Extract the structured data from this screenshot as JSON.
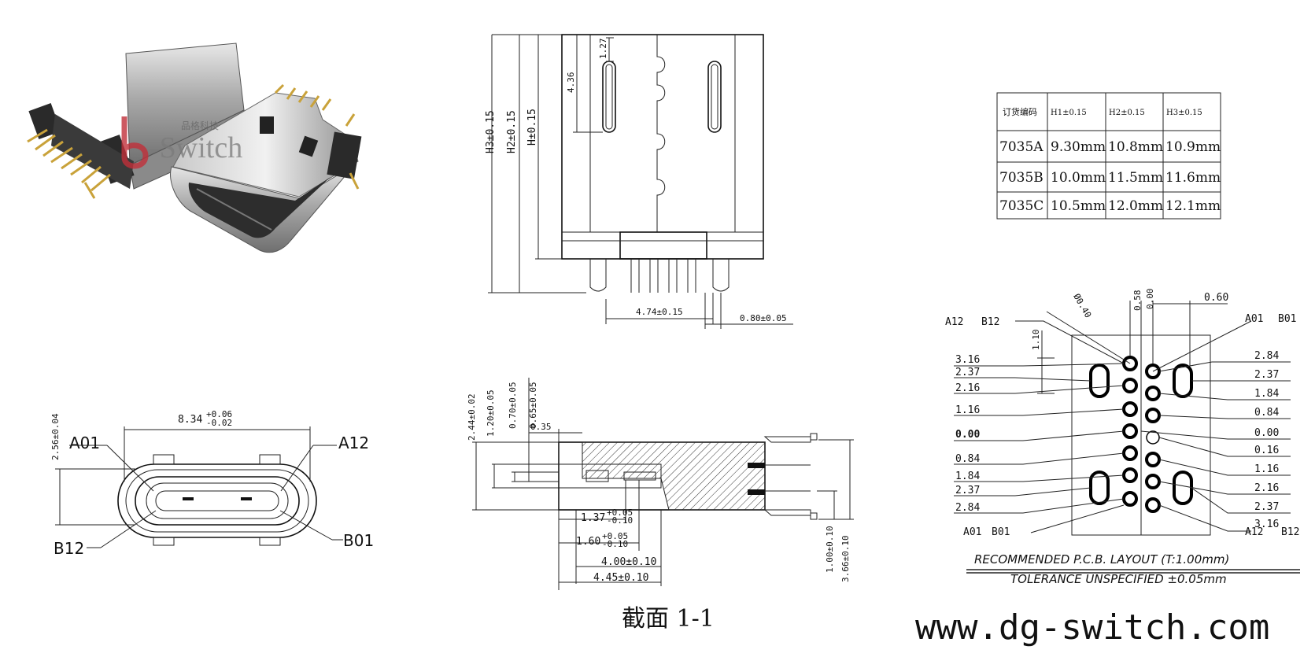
{
  "product_photo": {
    "watermark": "-Switch",
    "watermark_cn": "品格科技"
  },
  "side_view": {
    "h3": "H3±0.15",
    "h2": "H2±0.15",
    "h": "H±0.15",
    "d436": "4.36",
    "d127": "1.27",
    "pitch": "4.74±0.15",
    "pin": "0.80±0.05"
  },
  "front_view": {
    "width": "8.34",
    "width_tol_up": "+0.06",
    "width_tol_dn": "-0.02",
    "height": "2.56±0.04",
    "a01": "A01",
    "a12": "A12",
    "b12": "B12",
    "b01": "B01"
  },
  "section_view": {
    "d244": "2.44±0.02",
    "d120": "1.20±0.05",
    "d070": "0.70±0.05",
    "d065": "0.65±0.05",
    "d035": "0.35",
    "d137": "1.37",
    "d137_up": "+0.05",
    "d137_dn": "-0.10",
    "d160": "1.60",
    "d160_up": "+0.05",
    "d160_dn": "-0.10",
    "d400": "4.00±0.10",
    "d445": "4.45±0.10",
    "d100": "1.00±0.10",
    "d366": "3.66±0.10",
    "caption": "截面 1-1"
  },
  "order_table": {
    "headers": [
      "订货编码",
      "H1±0.15",
      "H2±0.15",
      "H3±0.15"
    ],
    "rows": [
      [
        "7035A",
        "9.30mm",
        "10.8mm",
        "10.9mm"
      ],
      [
        "7035B",
        "10.0mm",
        "11.5mm",
        "11.6mm"
      ],
      [
        "7035C",
        "10.5mm",
        "12.0mm",
        "12.1mm"
      ]
    ]
  },
  "pcb_layout": {
    "tl_a12": "A12",
    "tl_b12": "B12",
    "tr_a01": "A01",
    "tr_b01": "B01",
    "bl_a01": "A01",
    "bl_b01": "B01",
    "br_a12": "A12",
    "br_b12": "B12",
    "phi": "Ø0.40",
    "d058": "0.58",
    "d000top": "0.00",
    "d060": "0.60",
    "d110": "1.10",
    "left": [
      "3.16",
      "2.37",
      "2.16",
      "1.16",
      "0.00",
      "0.84",
      "1.84",
      "2.37",
      "2.84"
    ],
    "right": [
      "2.84",
      "2.37",
      "1.84",
      "0.84",
      "0.00",
      "0.16",
      "1.16",
      "2.16",
      "2.37",
      "3.16"
    ],
    "title": "RECOMMENDED  P.C.B. LAYOUT (T:1.00mm)",
    "tolerance": "TOLERANCE UNSPECIFIED ±0.05mm"
  },
  "website": "www.dg-switch.com"
}
